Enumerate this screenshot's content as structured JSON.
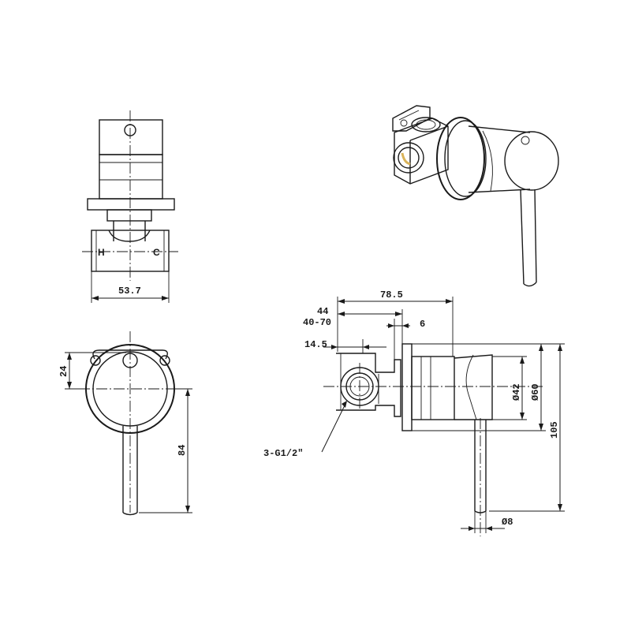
{
  "top_view": {
    "hot_label": "H",
    "cold_label": "C",
    "width_dim": "53.7"
  },
  "front_view": {
    "offset_dim": "24",
    "lever_dim": "84"
  },
  "side_view": {
    "depth_dim": "78.5",
    "dim_44": "44",
    "dim_range": "40-70",
    "dim_6": "6",
    "dim_14_5": "14.5",
    "inner_dia": "Ø42",
    "outer_dia": "Ø60",
    "height_dim": "105",
    "lever_dia": "Ø8",
    "thread_note": "3-G1/2\""
  },
  "colors": {
    "line": "#1a1a1a",
    "brass": "#d9b35a",
    "background": "#ffffff"
  }
}
